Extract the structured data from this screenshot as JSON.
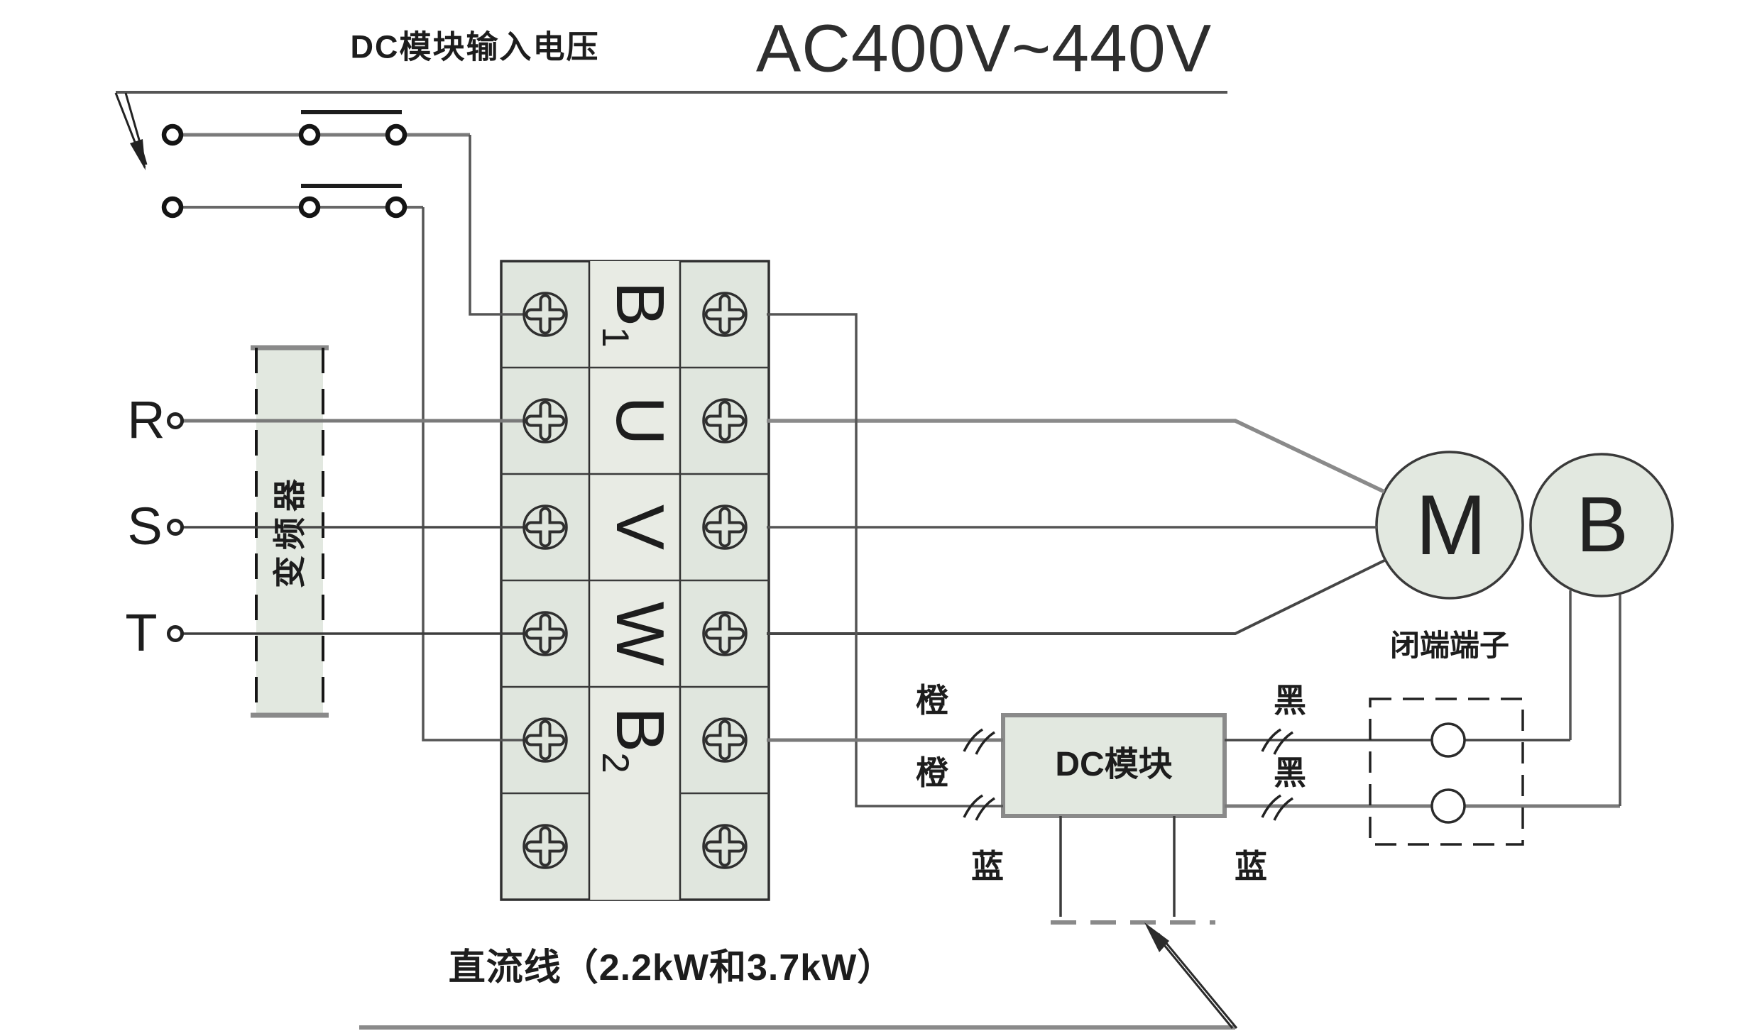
{
  "titles": {
    "dc_module_input_voltage": "DC模块输入电压",
    "ac_voltage_range": "AC400V~440V"
  },
  "phase_inputs": {
    "r": "R",
    "s": "S",
    "t": "T"
  },
  "inverter": {
    "label": "变频器"
  },
  "terminal_block": {
    "labels": [
      {
        "main": "B",
        "sub": "1"
      },
      {
        "main": "U",
        "sub": ""
      },
      {
        "main": "V",
        "sub": ""
      },
      {
        "main": "W",
        "sub": ""
      },
      {
        "main": "B",
        "sub": "2"
      }
    ]
  },
  "dc_module": {
    "label": "DC模块"
  },
  "motor": {
    "label": "M"
  },
  "brake": {
    "label": "B"
  },
  "closed_end_terminal": {
    "label": "闭端端子"
  },
  "wire_labels": {
    "orange_top": "橙",
    "orange_bottom": "橙",
    "black_top": "黑",
    "black_bottom": "黑",
    "blue_left": "蓝",
    "blue_right": "蓝"
  },
  "bottom_note": {
    "label": "直流线（2.2kW和3.7kW）"
  },
  "colors": {
    "component_fill": "#e2e8e0",
    "terminal_cell_fill": "#e0e6de",
    "terminal_mid_fill": "#e8ebe4",
    "wire_gray": "#7a7a7a",
    "wire_dark": "#3c3c3c",
    "outline": "#2f2f2f"
  }
}
